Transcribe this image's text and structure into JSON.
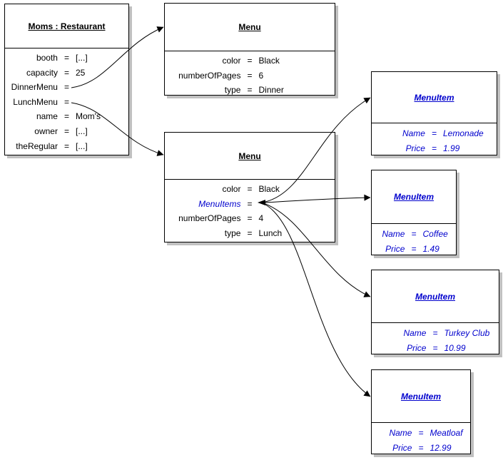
{
  "eq": "=",
  "colors": {
    "object_text": "#000000",
    "reference_blue": "#0000cd",
    "box_border": "#000000",
    "box_shadow": "#c0c0c0",
    "background": "#ffffff"
  },
  "restaurant": {
    "title": "Moms : Restaurant",
    "attributes": [
      {
        "name": "booth",
        "value": "[...]"
      },
      {
        "name": "capacity",
        "value": "25"
      },
      {
        "name": "DinnerMenu",
        "value": ""
      },
      {
        "name": "LunchMenu",
        "value": ""
      },
      {
        "name": "name",
        "value": "Mom's"
      },
      {
        "name": "owner",
        "value": "[...]"
      },
      {
        "name": "theRegular",
        "value": "[...]"
      }
    ]
  },
  "dinner_menu": {
    "title": "Menu",
    "attributes": [
      {
        "name": "color",
        "value": "Black"
      },
      {
        "name": "numberOfPages",
        "value": "6"
      },
      {
        "name": "type",
        "value": "Dinner"
      }
    ]
  },
  "lunch_menu": {
    "title": "Menu",
    "attributes": [
      {
        "name": "color",
        "value": "Black"
      },
      {
        "name": "MenuItems",
        "value": ""
      },
      {
        "name": "numberOfPages",
        "value": "4"
      },
      {
        "name": "type",
        "value": "Lunch"
      }
    ]
  },
  "menu_items": [
    {
      "title": "MenuItem",
      "attributes": [
        {
          "name": "Name",
          "value": "Lemonade"
        },
        {
          "name": "Price",
          "value": "1.99"
        }
      ]
    },
    {
      "title": "MenuItem",
      "attributes": [
        {
          "name": "Name",
          "value": "Coffee"
        },
        {
          "name": "Price",
          "value": "1.49"
        }
      ]
    },
    {
      "title": "MenuItem",
      "attributes": [
        {
          "name": "Name",
          "value": "Turkey Club"
        },
        {
          "name": "Price",
          "value": "10.99"
        }
      ]
    },
    {
      "title": "MenuItem",
      "attributes": [
        {
          "name": "Name",
          "value": "Meatloaf"
        },
        {
          "name": "Price",
          "value": "12.99"
        }
      ]
    }
  ]
}
